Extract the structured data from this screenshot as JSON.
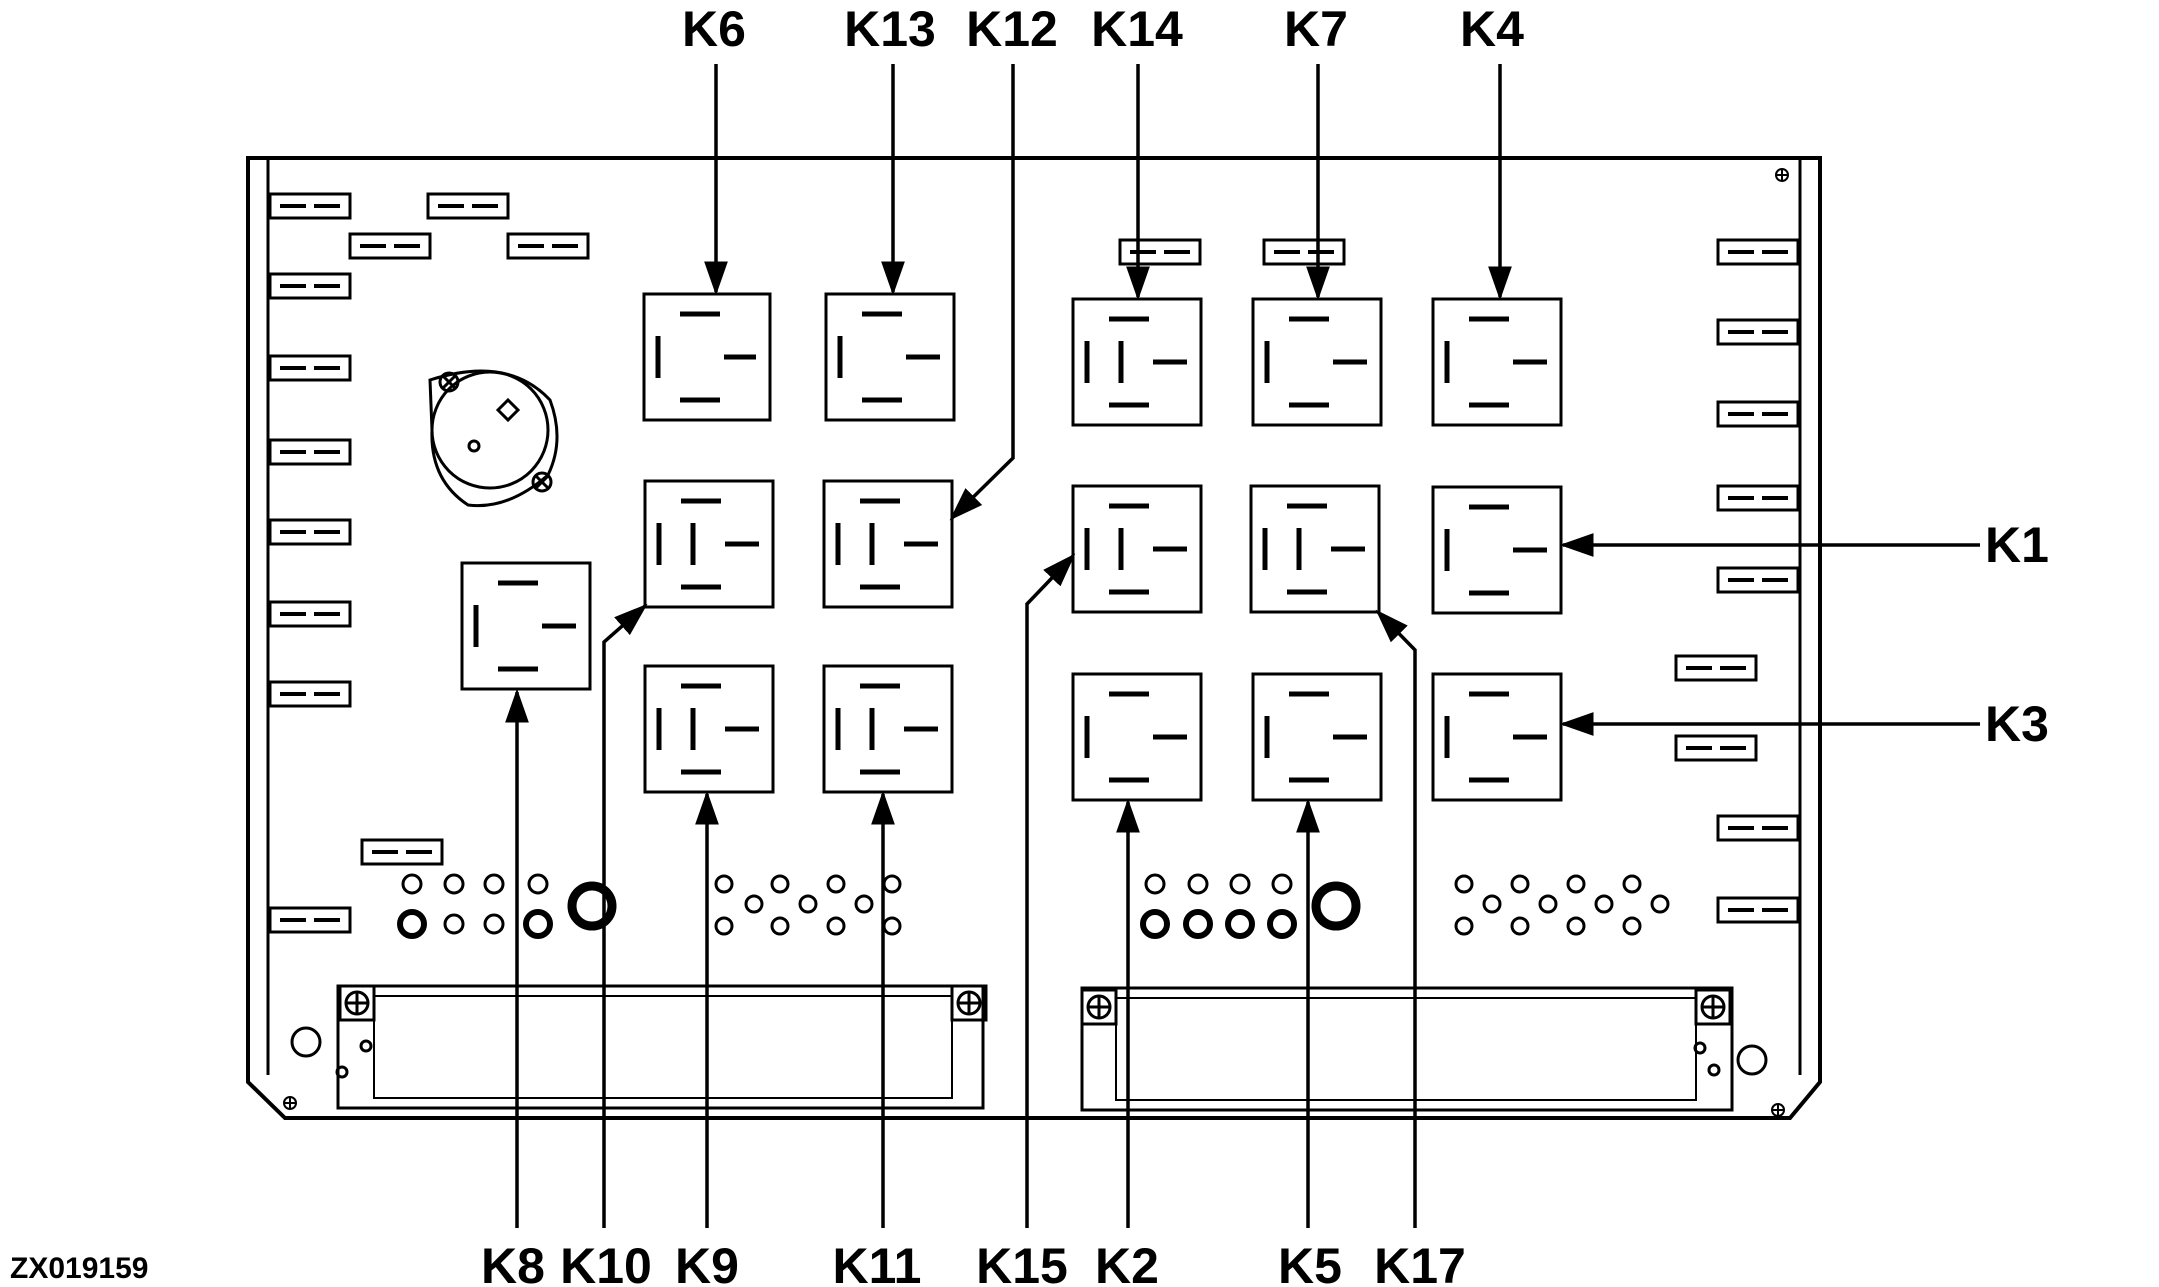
{
  "figure_id": "ZX019159",
  "relays": [
    {
      "id": "K6",
      "label": "K6",
      "pins": 3
    },
    {
      "id": "K13",
      "label": "K13",
      "pins": 3
    },
    {
      "id": "K12",
      "label": "K12",
      "pins": 4
    },
    {
      "id": "K14",
      "label": "K14",
      "pins": 4
    },
    {
      "id": "K7",
      "label": "K7",
      "pins": 3
    },
    {
      "id": "K4",
      "label": "K4",
      "pins": 3
    },
    {
      "id": "K1",
      "label": "K1",
      "pins": 3
    },
    {
      "id": "K3",
      "label": "K3",
      "pins": 3
    },
    {
      "id": "K8",
      "label": "K8",
      "pins": 3
    },
    {
      "id": "K10",
      "label": "K10",
      "pins": 4
    },
    {
      "id": "K9",
      "label": "K9",
      "pins": 4
    },
    {
      "id": "K11",
      "label": "K11",
      "pins": 4
    },
    {
      "id": "K15",
      "label": "K15",
      "pins": 4
    },
    {
      "id": "K2",
      "label": "K2",
      "pins": 3
    },
    {
      "id": "K5",
      "label": "K5",
      "pins": 3
    },
    {
      "id": "K17",
      "label": "K17",
      "pins": 4
    }
  ],
  "colors": {
    "line": "#000000",
    "background": "#ffffff"
  }
}
